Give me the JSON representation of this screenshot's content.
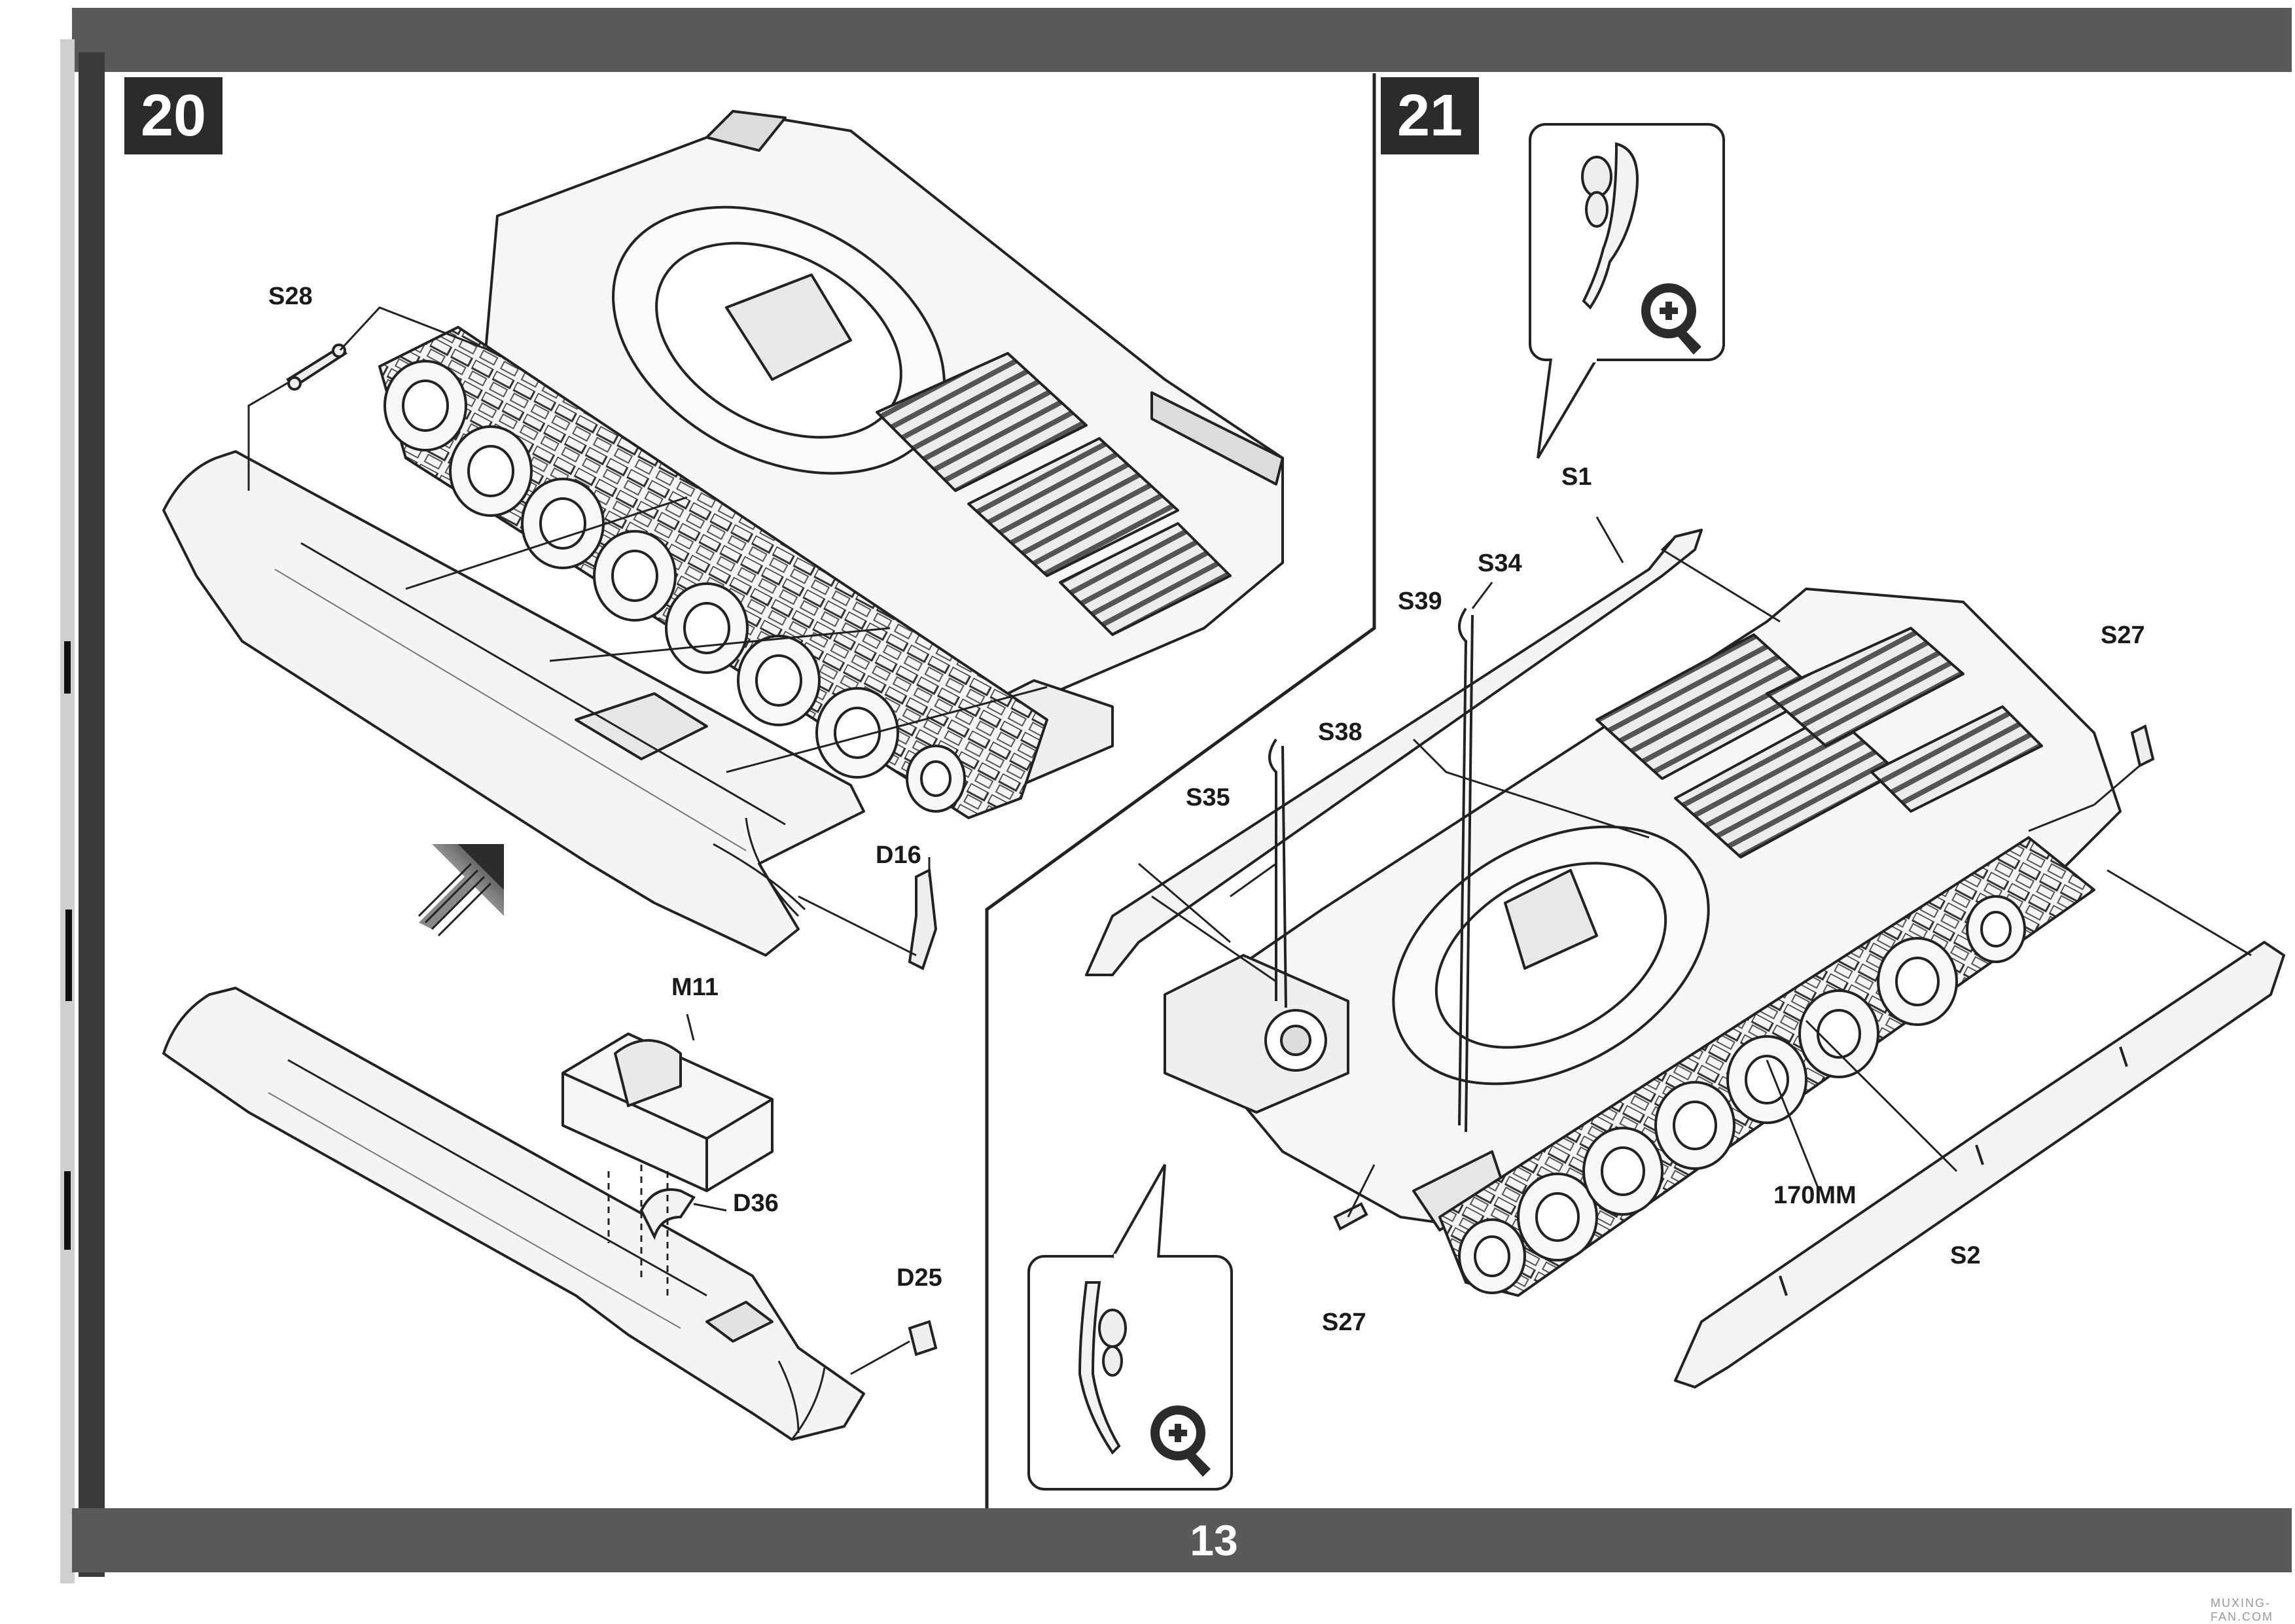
{
  "page_number": "13",
  "steps": [
    {
      "number": "20"
    },
    {
      "number": "21"
    }
  ],
  "step20_labels": {
    "s28": "S28",
    "d16": "D16",
    "m11": "M11",
    "d36": "D36",
    "d25": "D25"
  },
  "step21_labels": {
    "s1": "S1",
    "s34": "S34",
    "s39": "S39",
    "s38": "S38",
    "s35": "S35",
    "s27_right": "S27",
    "s27_left": "S27",
    "dim": "170MM",
    "s2": "S2"
  },
  "icons": [
    "zoom-in-icon",
    "zoom-in-icon",
    "direction-arrow-icon"
  ],
  "watermark": "MUXING-FAN.COM",
  "colors": {
    "bar": "#58595b",
    "badge": "#2b2b2b",
    "line": "#222222",
    "part_fill": "#f2f2f2"
  }
}
